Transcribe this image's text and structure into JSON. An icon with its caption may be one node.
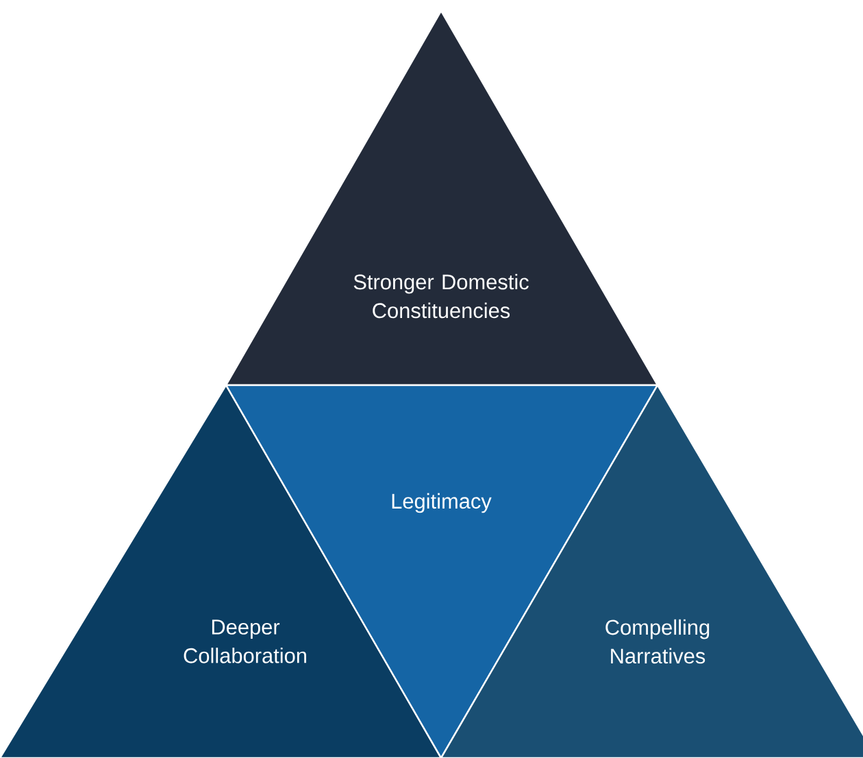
{
  "diagram": {
    "nodes": [
      {
        "text": [
          "Stronger Domestic Constituencies"
        ]
      },
      {
        "text": [
          "Deeper Collaboration"
        ]
      },
      {
        "text": [
          "Legitimacy"
        ]
      },
      {
        "text": [
          "Compelling Narratives"
        ]
      }
    ]
  }
}
